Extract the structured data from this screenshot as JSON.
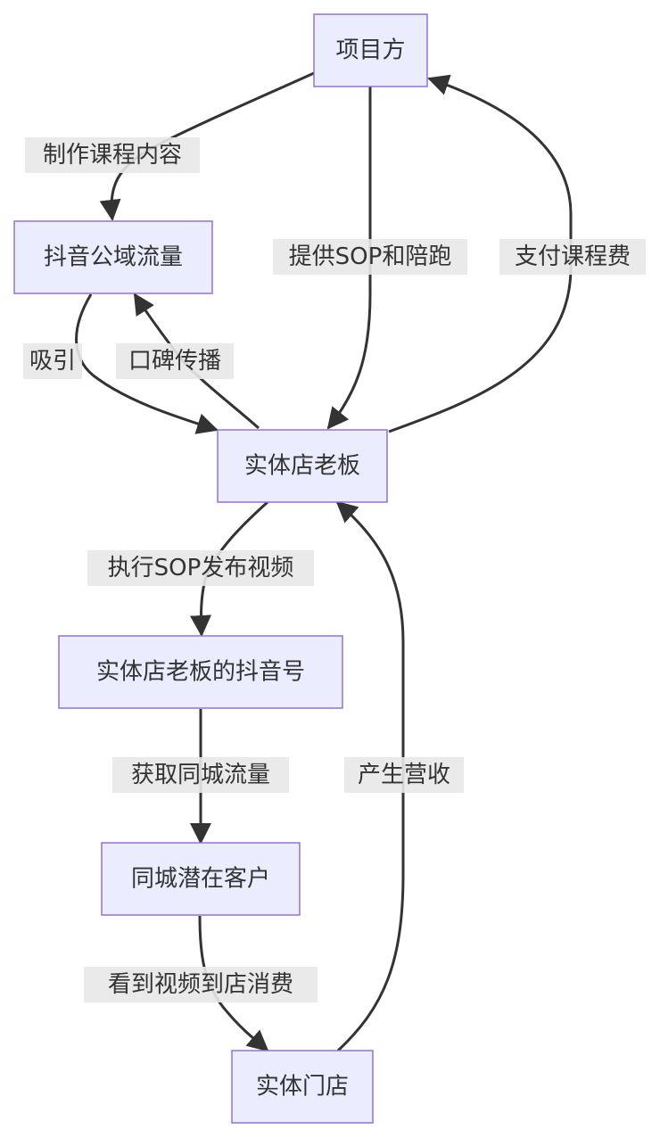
{
  "nodes": {
    "project": "项目方",
    "douyin": "抖音公域流量",
    "boss": "实体店老板",
    "account": "实体店老板的抖音号",
    "customer": "同城潜在客户",
    "store": "实体门店"
  },
  "edges": {
    "make_course": "制作课程内容",
    "provide_sop": "提供SOP和陪跑",
    "pay_fee": "支付课程费",
    "attract": "吸引",
    "word_of_mouth": "口碑传播",
    "publish_video": "执行SOP发布视频",
    "get_traffic": "获取同城流量",
    "visit_store": "看到视频到店消费",
    "revenue": "产生营收"
  },
  "colors": {
    "node_fill": "#ececff",
    "node_stroke": "#9370db",
    "edge": "#333333",
    "label_bg": "#e8e8e8"
  }
}
